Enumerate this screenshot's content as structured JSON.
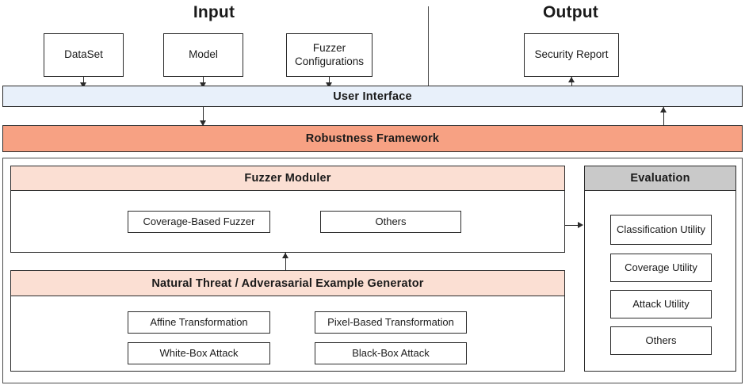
{
  "sections": {
    "input_title": "Input",
    "output_title": "Output"
  },
  "input_boxes": [
    {
      "label": "DataSet"
    },
    {
      "label": "Model"
    },
    {
      "label": "Fuzzer Configurations"
    }
  ],
  "output_boxes": [
    {
      "label": "Security Report"
    }
  ],
  "bars": {
    "user_interface": "User Interface",
    "robustness_framework": "Robustness Framework"
  },
  "fuzzer_moduler": {
    "title": "Fuzzer Moduler",
    "items": [
      {
        "label": "Coverage-Based Fuzzer"
      },
      {
        "label": "Others"
      }
    ]
  },
  "generator": {
    "title": "Natural Threat / Adverasarial Example Generator",
    "items": [
      {
        "label": "Affine Transformation"
      },
      {
        "label": "Pixel-Based Transformation"
      },
      {
        "label": "White-Box Attack"
      },
      {
        "label": "Black-Box Attack"
      }
    ]
  },
  "evaluation": {
    "title": "Evaluation",
    "items": [
      {
        "label": "Classification Utility"
      },
      {
        "label": "Coverage Utility"
      },
      {
        "label": "Attack Utility"
      },
      {
        "label": "Others"
      }
    ]
  },
  "colors": {
    "user_interface_bg": "#e8f0fa",
    "robustness_bg": "#f7a183",
    "module_header_bg": "#fbdfd3",
    "evaluation_header_bg": "#c9c9c9",
    "stroke": "#2b2b2b"
  }
}
